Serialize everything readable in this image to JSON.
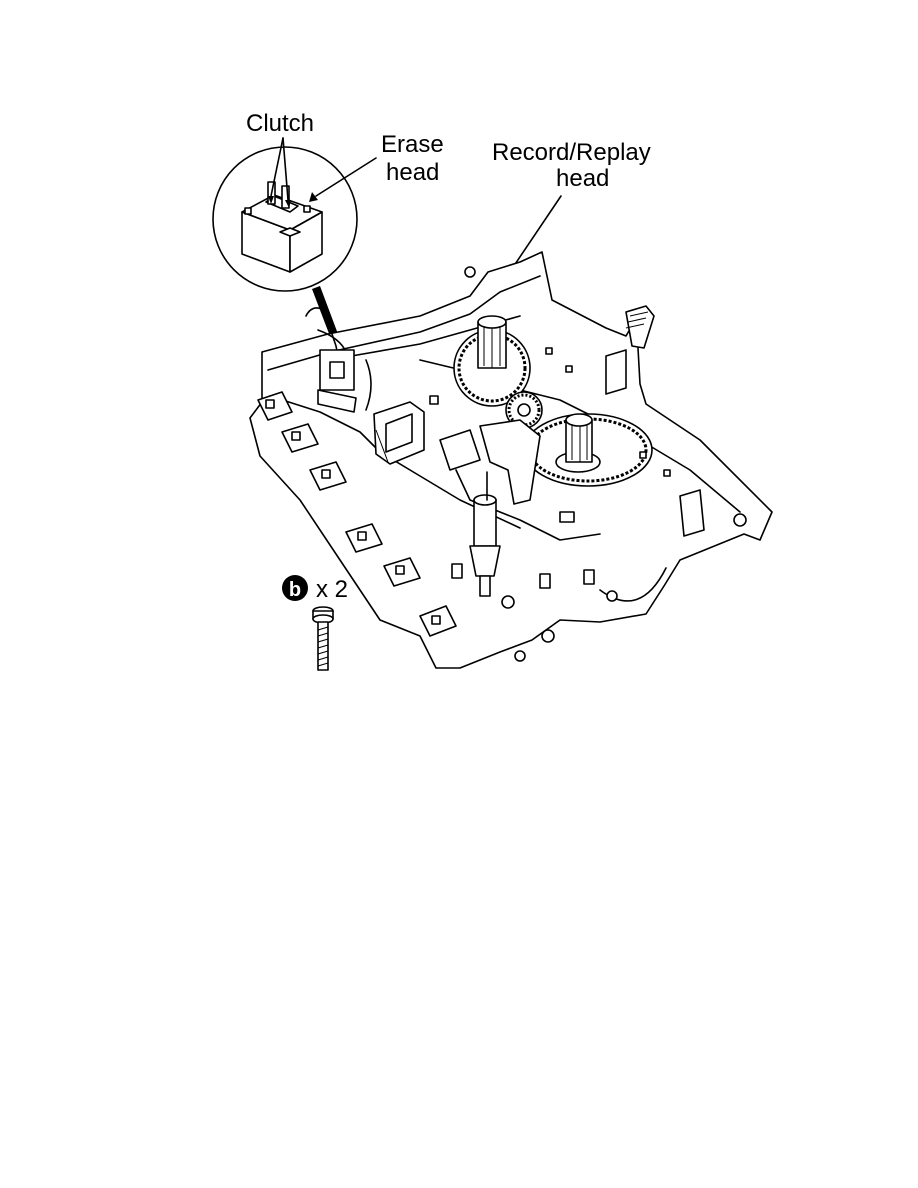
{
  "labels": {
    "clutch": "Clutch",
    "erase_head_line1": "Erase",
    "erase_head_line2": "head",
    "record_replay_line1": "Record/Replay",
    "record_replay_line2": "head",
    "screw_badge_letter": "b",
    "screw_count": "x 2"
  },
  "colors": {
    "ink": "#000000",
    "paper": "#ffffff"
  },
  "icons": {
    "screw": "screw-icon",
    "badge": "circled-letter-b-icon"
  }
}
